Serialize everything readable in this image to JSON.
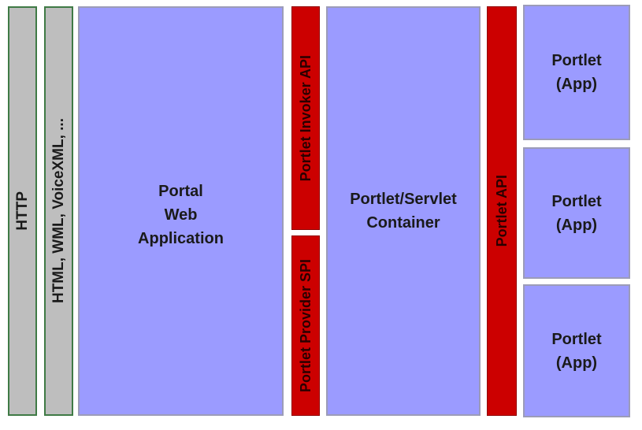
{
  "layers": {
    "http": "HTTP",
    "markup": "HTML, WML, VoiceXML, ...",
    "portal": [
      "Portal",
      "Web",
      "Application"
    ],
    "invoker_api": "Portlet Invoker API",
    "provider_spi": "Portlet Provider SPI",
    "container": [
      "Portlet/Servlet",
      "Container"
    ],
    "portlet_api": "Portlet API",
    "apps": [
      [
        "Portlet",
        "(App)"
      ],
      [
        "Portlet",
        "(App)"
      ],
      [
        "Portlet",
        "(App)"
      ]
    ]
  },
  "colors": {
    "protocol_fill": "#bebebe",
    "component_fill": "#9b9bff",
    "api_fill": "#cc0000"
  }
}
